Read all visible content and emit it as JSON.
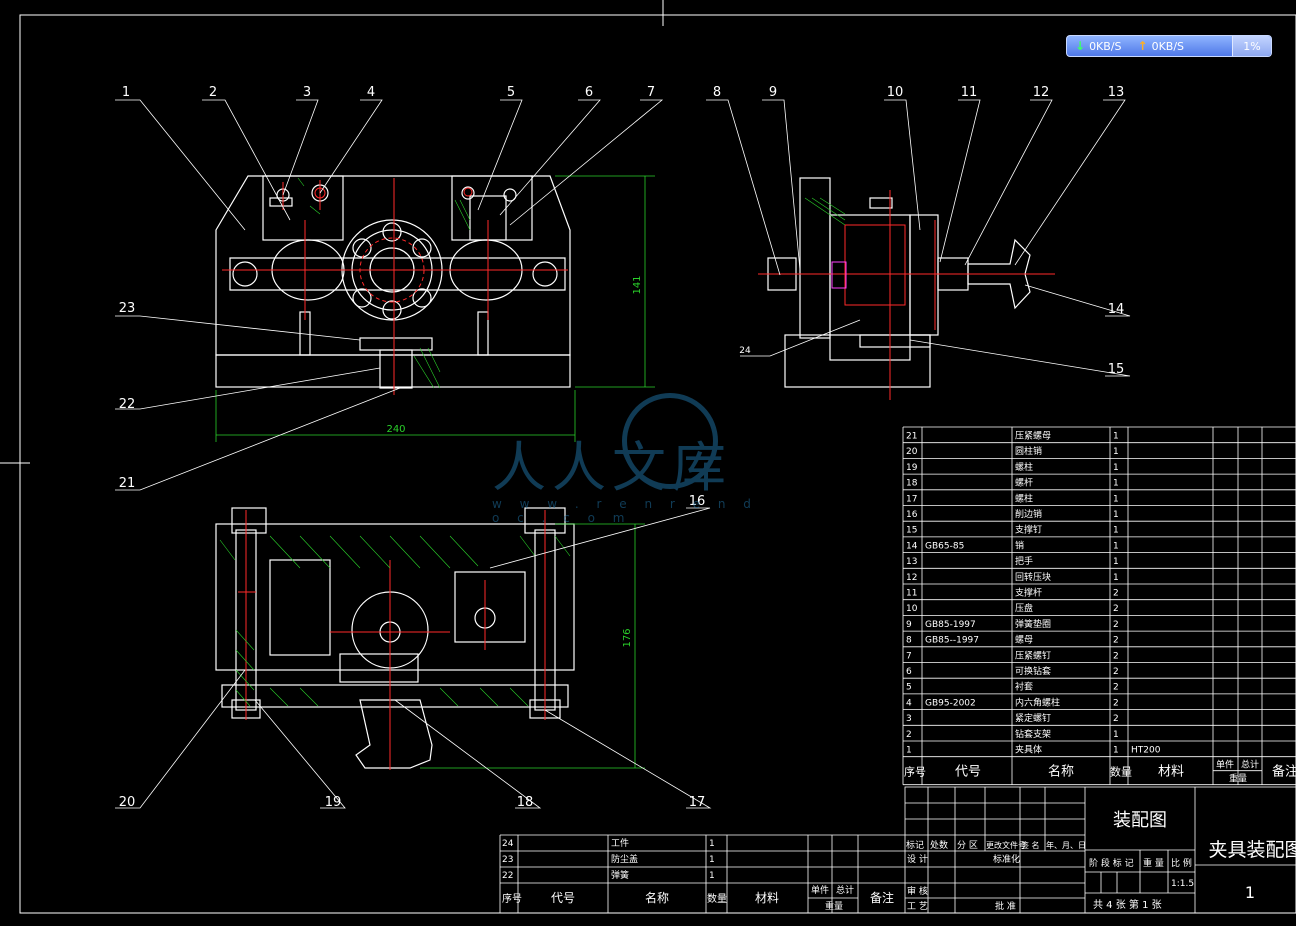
{
  "status_bar": {
    "down_speed": "0KB/S",
    "up_speed": "0KB/S",
    "percent": "1%"
  },
  "watermark": {
    "text": "人人文库",
    "url": "w w w . r e n r e n d o c . c o m"
  },
  "balloons": [
    "1",
    "2",
    "3",
    "4",
    "5",
    "6",
    "7",
    "8",
    "9",
    "10",
    "11",
    "12",
    "13",
    "14",
    "15",
    "16",
    "17",
    "18",
    "19",
    "20",
    "21",
    "22",
    "23",
    "24"
  ],
  "dims": {
    "width": "240",
    "height_front": "141",
    "height_top": "176"
  },
  "parts_upper": [
    {
      "no": "21",
      "code": "",
      "name": "压紧螺母",
      "qty": "1",
      "mat": ""
    },
    {
      "no": "20",
      "code": "",
      "name": "圆柱销",
      "qty": "1",
      "mat": ""
    },
    {
      "no": "19",
      "code": "",
      "name": "螺柱",
      "qty": "1",
      "mat": ""
    },
    {
      "no": "18",
      "code": "",
      "name": "螺杆",
      "qty": "1",
      "mat": ""
    },
    {
      "no": "17",
      "code": "",
      "name": "螺柱",
      "qty": "1",
      "mat": ""
    },
    {
      "no": "16",
      "code": "",
      "name": "削边销",
      "qty": "1",
      "mat": ""
    },
    {
      "no": "15",
      "code": "",
      "name": "支撑钉",
      "qty": "1",
      "mat": ""
    },
    {
      "no": "14",
      "code": "GB65-85",
      "name": "销",
      "qty": "1",
      "mat": ""
    },
    {
      "no": "13",
      "code": "",
      "name": "把手",
      "qty": "1",
      "mat": ""
    },
    {
      "no": "12",
      "code": "",
      "name": "回转压块",
      "qty": "1",
      "mat": ""
    },
    {
      "no": "11",
      "code": "",
      "name": "支撑杆",
      "qty": "2",
      "mat": ""
    },
    {
      "no": "10",
      "code": "",
      "name": "压盘",
      "qty": "2",
      "mat": ""
    },
    {
      "no": "9",
      "code": "GB85-1997",
      "name": "弹簧垫圈",
      "qty": "2",
      "mat": ""
    },
    {
      "no": "8",
      "code": "GB85--1997",
      "name": "螺母",
      "qty": "2",
      "mat": ""
    },
    {
      "no": "7",
      "code": "",
      "name": "压紧螺钉",
      "qty": "2",
      "mat": ""
    },
    {
      "no": "6",
      "code": "",
      "name": "可换钻套",
      "qty": "2",
      "mat": ""
    },
    {
      "no": "5",
      "code": "",
      "name": "衬套",
      "qty": "2",
      "mat": ""
    },
    {
      "no": "4",
      "code": "GB95-2002",
      "name": "内六角螺柱",
      "qty": "2",
      "mat": ""
    },
    {
      "no": "3",
      "code": "",
      "name": "紧定螺钉",
      "qty": "2",
      "mat": ""
    },
    {
      "no": "2",
      "code": "",
      "name": "钻套支架",
      "qty": "1",
      "mat": ""
    },
    {
      "no": "1",
      "code": "",
      "name": "夹具体",
      "qty": "1",
      "mat": "HT200"
    }
  ],
  "parts_lower": [
    {
      "no": "24",
      "code": "",
      "name": "工件",
      "qty": "1"
    },
    {
      "no": "23",
      "code": "",
      "name": "防尘盖",
      "qty": "1"
    },
    {
      "no": "22",
      "code": "",
      "name": "弹簧",
      "qty": "1"
    }
  ],
  "headers": {
    "no": "序号",
    "code": "代号",
    "name": "名称",
    "qty": "数量",
    "mat": "材料",
    "unit": "单件",
    "total": "总计",
    "weight": "重量",
    "note": "备注"
  },
  "title_block": {
    "assembly": "装配图",
    "title": "夹具装配图",
    "drawing_no": "1",
    "scale": "1:1.5",
    "revision_row": [
      "标记",
      "处数",
      "分 区",
      "更改文件号",
      "签 名",
      "年、月、日"
    ],
    "design": "设 计",
    "standardize": "标准化",
    "check": "审 核",
    "process": "工 艺",
    "approve": "批 准",
    "stage": "阶 段 标 记",
    "weight": "重 量",
    "ratio": "比 例",
    "sheets": "共 4  张  第 1  张"
  }
}
